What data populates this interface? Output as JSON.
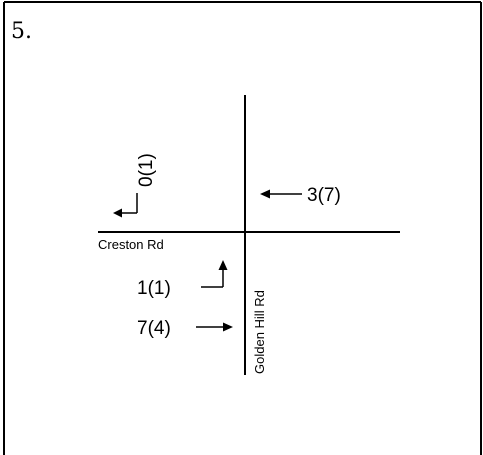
{
  "figure_number": "5.",
  "streets": {
    "horizontal": "Creston  Rd",
    "vertical": "Golden Hill Rd"
  },
  "movements": {
    "southbound_right": "0(1)",
    "westbound_through": "3(7)",
    "northbound_left": "1(1)",
    "eastbound_through": "7(4)"
  }
}
